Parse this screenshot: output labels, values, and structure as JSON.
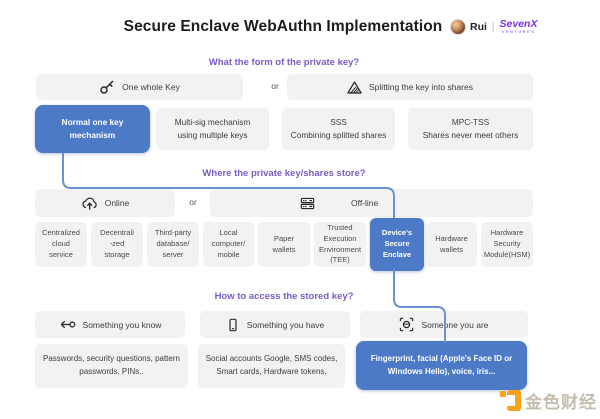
{
  "header": {
    "title": "Secure Enclave WebAuthn Implementation",
    "author": "Rui",
    "divider": "|",
    "brand": "SevenX",
    "brand_sub": "VENTURES"
  },
  "q1": {
    "heading": "What the form of the private key?",
    "or": "or",
    "options": [
      {
        "icon": "key-icon",
        "label": "One whole Key"
      },
      {
        "icon": "split-triangle-icon",
        "label": "Splitting the key into shares"
      }
    ],
    "choices": [
      {
        "label": "Normal one key\nmechanism",
        "selected": true
      },
      {
        "label": "Multi-sig mechanism\nusing multiple keys",
        "selected": false
      },
      {
        "label": "SSS\nCombining splitted shares",
        "selected": false
      },
      {
        "label": "MPC-TSS\nShares never meet others",
        "selected": false
      }
    ]
  },
  "q2": {
    "heading": "Where the private key/shares store?",
    "or": "or",
    "options": [
      {
        "icon": "cloud-upload-icon",
        "label": "Online"
      },
      {
        "icon": "server-icon",
        "label": "Off-line"
      }
    ],
    "choices": [
      {
        "label": "Centralized\ncloud\nservice",
        "selected": false
      },
      {
        "label": "Decentrali\n-zed\nstorage",
        "selected": false
      },
      {
        "label": "Third-party\ndatabase/\nserver",
        "selected": false
      },
      {
        "label": "Local\ncomputer/\nmobile",
        "selected": false
      },
      {
        "label": "Paper\nwallets",
        "selected": false
      },
      {
        "label": "Trusted\nExecution\nEnvironment\n(TEE)",
        "selected": false
      },
      {
        "label": "Device's\nSecure\nEnclave",
        "selected": true
      },
      {
        "label": "Hardware\nwallets",
        "selected": false
      },
      {
        "label": "Hardware\nSecurity\nModule(HSM)",
        "selected": false
      }
    ]
  },
  "q3": {
    "heading": "How to access the stored key?",
    "options": [
      {
        "icon": "key-left-icon",
        "label": "Something you know"
      },
      {
        "icon": "smartphone-icon",
        "label": "Something you have"
      },
      {
        "icon": "face-scan-icon",
        "label": "Someone you are"
      }
    ],
    "answers": [
      {
        "label": "Passwords, security questions, pattern\npasswords, PINs..",
        "selected": false
      },
      {
        "label": "Social accounts Google, SMS codes,\nSmart cards, Hardware tokens,",
        "selected": false
      },
      {
        "label": "Fingerprint, facial (Apple's Face ID or\nWindows Hello), voice, iris...",
        "selected": true
      }
    ]
  },
  "watermark": {
    "brand": "金色财经"
  },
  "colors": {
    "accent_blue": "#4c7ac6",
    "connector_blue": "#6b91d3",
    "heading_purple": "#7a5bc7",
    "box_gray": "#f2f2f3",
    "brand_purple": "#7a2ff0",
    "watermark_orange": "#f6a21d"
  }
}
